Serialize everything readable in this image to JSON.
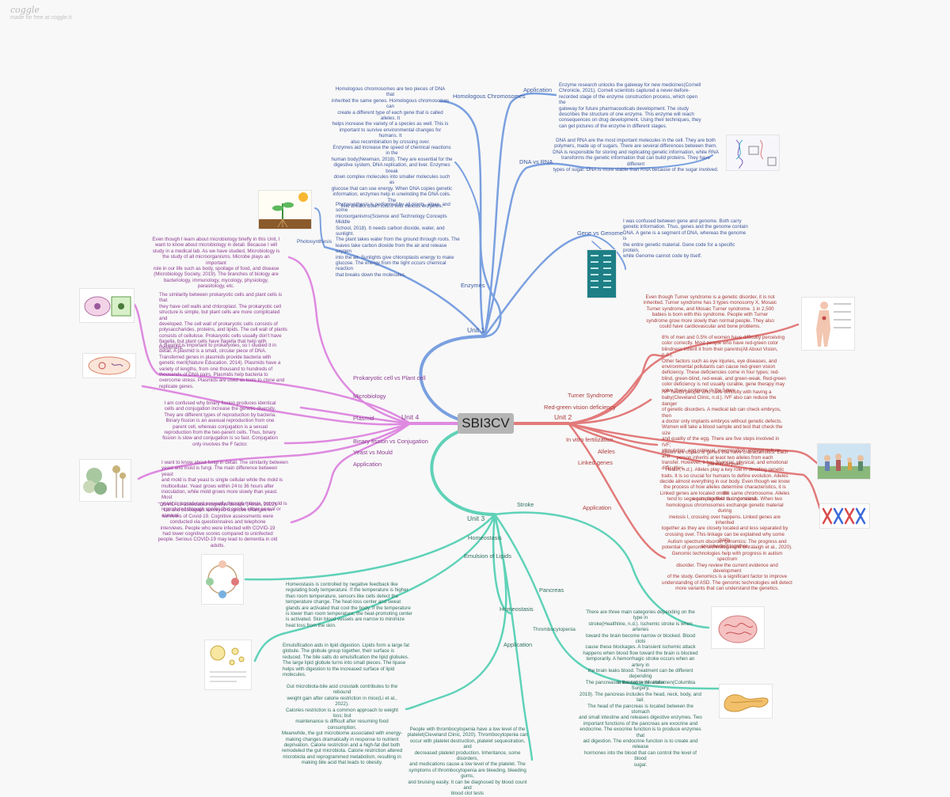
{
  "app": {
    "logo": "coggle",
    "made_with": "made for free at coggle.it"
  },
  "center": "SBI3CV",
  "units": {
    "u1": "Unit 1",
    "u2": "Unit 2",
    "u3": "Unit 3",
    "u4": "Unit 4"
  },
  "colors": {
    "unit1": "#7aa0e0",
    "unit2": "#e27a7a",
    "unit3": "#5fd2b8",
    "unit4": "#de8ae0",
    "center": "#b5b5b5"
  },
  "icons": [
    "plant-photosynthesis-image",
    "dna-rna-image",
    "gene-genome-image",
    "plant-animal-cell-image",
    "plasmid-image",
    "mould-image",
    "body-anatomy-image",
    "family-alleles-image",
    "chromosomes-image",
    "homeostasis-diagram-image",
    "lipid-emulsion-image",
    "stroke-brain-image",
    "pancreas-image"
  ],
  "unit1": {
    "labels": {
      "homologous": "Homologous Chromosomes",
      "application": "Application",
      "dna_rna": "DNA vs RNA",
      "photosynthesis": "Photosynthesis",
      "gene_genome": "Gene vs Genome",
      "enzymes": "Enzymes"
    },
    "texts": {
      "homologous": "Homologous chromosomes are two pieces of DNA that\ninherited the same genes. Homologous chromosomes can\ncreate a different type of each gene that is called alleles. It\nhelps increase the variety of a species as well. This is\nimportant to survive environmental changes for humans. It\nalso recombination by crossing over.",
      "application": "Enzyme research unlocks the gateway for new medicines(Cornell\nChronicle, 2021). Cornell scientists captured a never-before-\nrecorded stage of the enzyme construction process, which open the\ngateway for future pharmaceuticals development. The study\ndescribes the structure of one enzyme. This enzyme will reach\nconsequences on drug development. Using their techniques, they\ncan get pictures of the enzyme in different stages.",
      "enzymes": "Enzymes aid increase the speed of chemical reactions in the\nhuman body(Newman, 2018). They are essential for the\ndigestive system, DNA replication, and liver. Enzymes break\ndown complex molecules into smaller molecules such as\nglucose that can use energy. When DNA copies genetic\ninformation, enzymes help in unwinding the DNA coils. The\nliver breaks down toxins with various enzymes.",
      "dna_rna": "DNA and RNA are the most important molecules in the cell. They are both\npolymers, made up of sugars. There are several differences between them.\nDNA is responsible for storing and replicating genetic information, while RNA\ntransforms the genetic information that can build proteins. They have different\ntypes of sugar. DNA is more stable than RNA because of the sugar involved.",
      "photosynthesis": "Photosynthesis is performed by all plants, algae, and some\nmicroorganisms(Science and Technology Concepts Middle\nSchool, 2018). It needs carbon dioxide, water, and sunlight.\nThe plant takes water from the ground through roots. The\nleaves take carbon dioxide from the air and release oxygen\ninto the air. Sunlights give chloroplasts energy to make\nglucose. The energy from the light occurs chemical reaction\nthat breaks down the molecules.",
      "gene_genome": "I was confused between gene and genome. Both carry\ngenetic information. Thus, genes and the genome contain\nDNA. A gene is a segment of DNA, whereas the genome is\nthe entire genetic material. Gene code for a specific protein,\nwhile Genome cannot code by itself."
    }
  },
  "unit2": {
    "labels": {
      "turner": "Turner Syndrome",
      "red_green": "Red-green vision deficiency",
      "ivf": "In vitro fertilization",
      "alleles": "Alleles",
      "linked": "Linked genes",
      "application": "Application"
    },
    "texts": {
      "turner": "Even though Turner syndrome is a genetic disorder, it is not\ninherited. Turner syndrome has 3 types monosomy X, Mosaic\nTurner syndrome, and Mosaic Turner syndrome. 1 in 2,500\nbabies is born with this syndrome. People with Turner\nsyndrome grow more slowly than normal people. They also\ncould have cardiovascular and bone problems.",
      "red_green": "8% of men and 0.5% of women have difficulty perceiving\ncolor correctly. Most people who have red-green color\nblindness inherit it from their parents(All About Vision, n.d.).\nOther factors such as eye injuries, eye diseases, and\nenvironmental pollutants can cause red-green vision\ndeficiency. These deficiencies come in four types; red-\nblind, green-blind, red-weak, and green-weak. Red-green\ncolor deficiency is not usually curable, gene therapy may\nsolve these problems in the future.",
      "ivf": "IVF needs people who have difficulty with having a\nbaby(Cleveland Clinic, n.d.). IVF also can reduce the danger\nof genetic disorders. A medical lab can check embryos, then\na doctor only implants embryos without genetic defects.\nWomen will take a blood sample and test that check the size\nand quality of the egg. There are five steps involved in IVF;\nstimulation, egg retrieval, insemination, embryo culture, and\ntransfer. However, it has financial, physical, and emotional\ndifficulties.",
      "alleles": "Alleles are copies of genes that have characteristics. Each\nperson inherits at least two alleles from each parent(Verywell\nHealth, n.d.). Alleles play a key role in deciding genetic\ntraits. It is so crucial for humans to define evolution. Alleles\ndecide almost everything in our body. Even though we know\nthe process of how alleles determine characteristics, it is still\na complex field to understand.",
      "linked": "Linked genes are located on the same chromosome. Alleles\ntend to segregate together during meiosis. When two\nhomologous chromosomes exchange genetic material during\nmeiosis I, crossing over happens. Linked genes are inherited\ntogether as they are closely located and less separated by\ncrossing over. This linkage can be explained why some traits\nare inherited together.",
      "application": "Autism spectrum disorder genomics: The progress and\npotential of genomic technologies(Ní Ghrálaigh et al., 2020).\nGenomic technologies help with progress in autism spectrum\ndisorder. They review the current evidence and development\nof the study. Genomics is a significant factor to improve\nunderstanding of ASD. The genomic technologies will detect\nmore variants that can understand the genetics."
    }
  },
  "unit3": {
    "labels": {
      "stroke": "Stroke",
      "homeostasis_a": "Homeostasis",
      "emulsion": "Emulsion of Lipids",
      "pancreas": "Pancreas",
      "homeostasis_b": "Homeostasis",
      "thrombocytopenia": "Thrombocytopenia",
      "application": "Application"
    },
    "texts": {
      "homeostasis": "Homeostasis is controlled by negative feedback like\nregulating body temperature. If the temperature is higher\nthan room temperature, sensors like cells detect the\ntemperature change. The heat-loss center and sweat\nglands are activated that cool the body. If the temperature\nis lower than room temperature, the heat-promoting center\nis activated. Skin blood vessels are narrow to minimize\nheat loss from the skin.",
      "stroke": "There are three main categories depending on the type in\nstroke(Healthline, n.d.). Ischemic stroke is when arteries\ntoward the brain become narrow or blocked. Blood clots\ncause these blockages. A transient ischemic attack\nhappens when blood flow toward the brain is blocked\ntemporarily. A hemorrhagic stroke occurs when an artery in\nthe brain leaks blood. Treatment can be different depending\non the cause of stroke.",
      "emulsion": "Emulsification aids in lipid digestion. Lipids form a large fat\nglobule. The globule group together, their surface is\nreduced. The bile salts do emulsification the lipid globules.\nThe large lipid globule turns into small pieces. The lipase\nhelps with digestion to the increased surface of lipid\nmolecules.",
      "application": "Gut microbiota-bile acid crosstalk contributes to the rebound\nweight gain after calorie restriction in mice(Li et al., 2022).\nCalories restriction is a common approach to weight loss; but\nmaintenance is difficult after resuming food consumption.\nMeanwhile, the gut microbiome associated with energy-\nmaking changes dramatically in response to nutrient\ndeprivation. Calorie restriction and a high-fat diet both\nremodeled the gut microbiota. Calorie restriction altered\nmicrobiota and reprogrammed metabolism, resulting in\nmaking bile acid that leads to obesity.",
      "pancreas": "The pancreas is located in the abdomen(Columbia Surgery,\n2019). The pancreas includes the head, neck, body, and tail.\nThe head of the pancreas is located between the stomach\nand small intestine and releases digestive enzymes. Two\nimportant functions of the pancreas are exocrine and\nendocrine. The exocrine function is to produce enzymes that\naid digestion. The endocrine function is to create and release\nhormones into the blood that can control the level of blood\nsugar.",
      "thrombocytopenia": "People with thrombocytopenia have a low level of the\nplatelet(Cleveland Clinic, 2020). Thrombocytopenia can\noccur with platelet destruction, platelet sequestration, and\ndecreased platelet production. Inheritance, some disorders,\nand medications cause a low level of the platelet. The\nsymptoms of thrombocytopenia are bleeding, bleeding gums,\nand bruising easily. It can be diagnosed by blood count and\nblood clot tests"
    }
  },
  "unit4": {
    "labels": {
      "prokaryotic": "Prokaryotic cell vs Plant cell",
      "microbiology": "Microbiology",
      "plasmid": "Plasmid",
      "binary": "Binary fission vs Conjugation",
      "yeast": "Yeast vs Mould",
      "application": "Application"
    },
    "texts": {
      "microbiology": "Even though I learn about microbiology briefly in this Unit, I\nwant to know about microbiology in detail. Because I will\nstudy in a medical lab. As we have studied, Microbiology is\nthe study of all microorganisms. Microbe plays an important\nrole in our life such as body, spoilage of food, and disease\n(Microbiology Society, 2019). The branches of biology are\nbacteriology, immunology, mycology, physiology,\nparasitology, etc.",
      "prokaryotic": "The similarity between prokaryotic cells and plant cells is that\nthey have cell walls and chloroplast. The prokaryotic cell\nstructure is simple, but plant cells are more complicated and\ndeveloped. The cell wall of prokaryotic cells consists of\npolysaccharides, proteins, and lipids. The cell wall of plants\nconsists of cellulose. Prokaryotic cells usually don't have\nflagella, but plant cells have flagella that help with movement.",
      "plasmid": "A plasmid is important to prokaryotes, so I studied it in\ndetail. A plasmid is a small, circular piece of DNA.\nTransferred genes in plasmids provide bacteria with\ngenetic merit(Nature Education, 2014). Plasmids have a\nvariety of lengths, from one thousand to hundreds of\nthousands of DNA pairs. Plasmids help bacteria to\novercome stress. Plasmids are used as tools to clone and\nreplicate genes.",
      "binary": "I am confused why binary fission produces identical\ncells and conjugation increase the genetic diversity.\nThey are different types of reproduction by bacteria.\nBinary fission is an asexual reproduction from one\nparent cell, whereas conjugation is a sexual\nreproduction from the two-parent cells. Thus, binary\nfission is slow and conjugation is so fast. Conjugation\nonly involves the F factor.",
      "yeast": "I want to know about fungi in detail. The similarity between\nyeast and mold is fungi. The main difference between yeast\nand mold is that yeast is single cellular while the mold is\nmulticellular. Yeast grows within 24 to 36 hours after\ninoculation, while mold grows more slowly than yeast. Most\nyeast is reproduced asexually through mitosis, but mold is\nreproduced through spores that can be either sexual or\nasexual.",
      "application": "\"COVID-19-associated cognitive decline\"(Aman, 2022).\nLiu and colleagues surveyed cognitive changes in\nsurvivors of Covid-19. Cognitive assessments were\nconducted via questionnaires and telephone\ninterviews. People who were infected with COVID-19\nhad lower cognitive scores compared to uninfected\npeople. Serious COVID-19 may lead to dementia in old\nadults."
    }
  }
}
